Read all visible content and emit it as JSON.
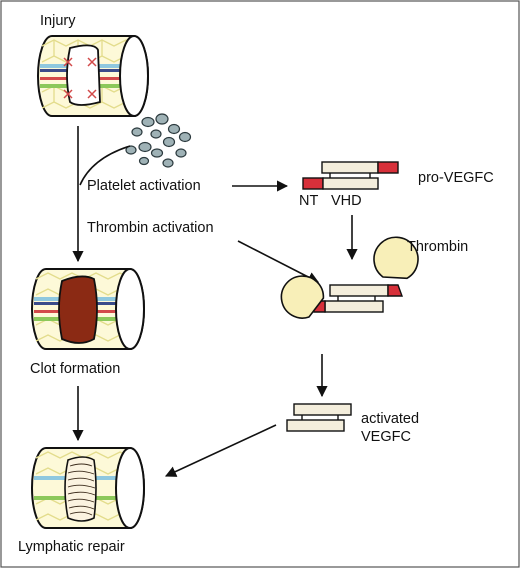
{
  "labels": {
    "injury": "Injury",
    "platelet_activation": "Platelet activation",
    "thrombin_activation": "Thrombin activation",
    "clot_formation": "Clot formation",
    "lymphatic_repair": "Lymphatic repair",
    "pro_vegfc": "pro-VEGFC",
    "nt": "NT",
    "vhd": "VHD",
    "thrombin": "Thrombin",
    "activated_line1": "activated",
    "activated_line2": "VEGFC"
  },
  "colors": {
    "vessel_fill": "#fdf9d8",
    "mesh": "#e3dc8c",
    "blue_stripe": "#8fc8df",
    "navy_stripe": "#3a4b8a",
    "red_stripe": "#d24a4a",
    "green_stripe": "#8cc85a",
    "clot": "#8b2a14",
    "domain_fill": "#f4eedc",
    "propeptide_red": "#d7303a",
    "thrombin_fill": "#f8efb8",
    "platelet": "#9fb2b6"
  }
}
